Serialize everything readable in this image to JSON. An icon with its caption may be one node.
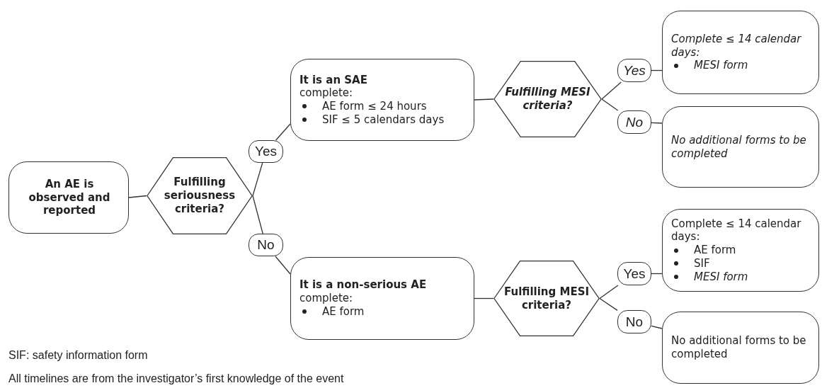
{
  "diagram": {
    "nodes": [
      {
        "text": [
          "An AE is observed and reported"
        ]
      },
      {
        "text": [
          "Fulfilling seriousness criteria?"
        ]
      },
      {
        "text": [
          "Yes"
        ]
      },
      {
        "text": [
          "No"
        ]
      },
      {
        "text": [
          "It is an SAE",
          "complete:",
          "AE form ≤ 24 hours",
          "SIF ≤ 5 calendars days"
        ]
      },
      {
        "text": [
          "Fulfilling MESI criteria?"
        ]
      },
      {
        "text": [
          "Yes"
        ]
      },
      {
        "text": [
          "No"
        ]
      },
      {
        "text": [
          "Complete ≤ 14 calendar days:",
          "MESI form"
        ]
      },
      {
        "text": [
          "No additional forms to be completed"
        ]
      },
      {
        "text": [
          "It is a non-serious AE",
          "complete:",
          "AE form"
        ]
      },
      {
        "text": [
          "Fulfilling MESI criteria?"
        ]
      },
      {
        "text": [
          "Yes"
        ]
      },
      {
        "text": [
          "No"
        ]
      },
      {
        "text": [
          "Complete ≤ 14 calendar days:",
          "AE form",
          "SIF",
          "*MESI form*"
        ]
      },
      {
        "text": [
          "No additional forms to be completed"
        ]
      }
    ],
    "edges": [
      {
        "from": 0,
        "to": 1,
        "arrow": "none"
      },
      {
        "from": 1,
        "to": 2,
        "arrow": "none"
      },
      {
        "from": 2,
        "to": 4,
        "arrow": "none"
      },
      {
        "from": 1,
        "to": 3,
        "arrow": "none"
      },
      {
        "from": 3,
        "to": 10,
        "arrow": "none"
      },
      {
        "from": 4,
        "to": 5,
        "arrow": "none"
      },
      {
        "from": 5,
        "to": 6,
        "arrow": "none"
      },
      {
        "from": 6,
        "to": 8,
        "arrow": "none"
      },
      {
        "from": 5,
        "to": 7,
        "arrow": "none"
      },
      {
        "from": 7,
        "to": 9,
        "arrow": "none"
      },
      {
        "from": 10,
        "to": 11,
        "arrow": "none"
      },
      {
        "from": 11,
        "to": 12,
        "arrow": "none"
      },
      {
        "from": 12,
        "to": 14,
        "arrow": "none"
      },
      {
        "from": 11,
        "to": 13,
        "arrow": "none"
      },
      {
        "from": 13,
        "to": 15,
        "arrow": "none"
      }
    ],
    "labels": [
      "SIF: safety information form",
      "All timelines are from the investigator’s first knowledge of the event"
    ]
  }
}
